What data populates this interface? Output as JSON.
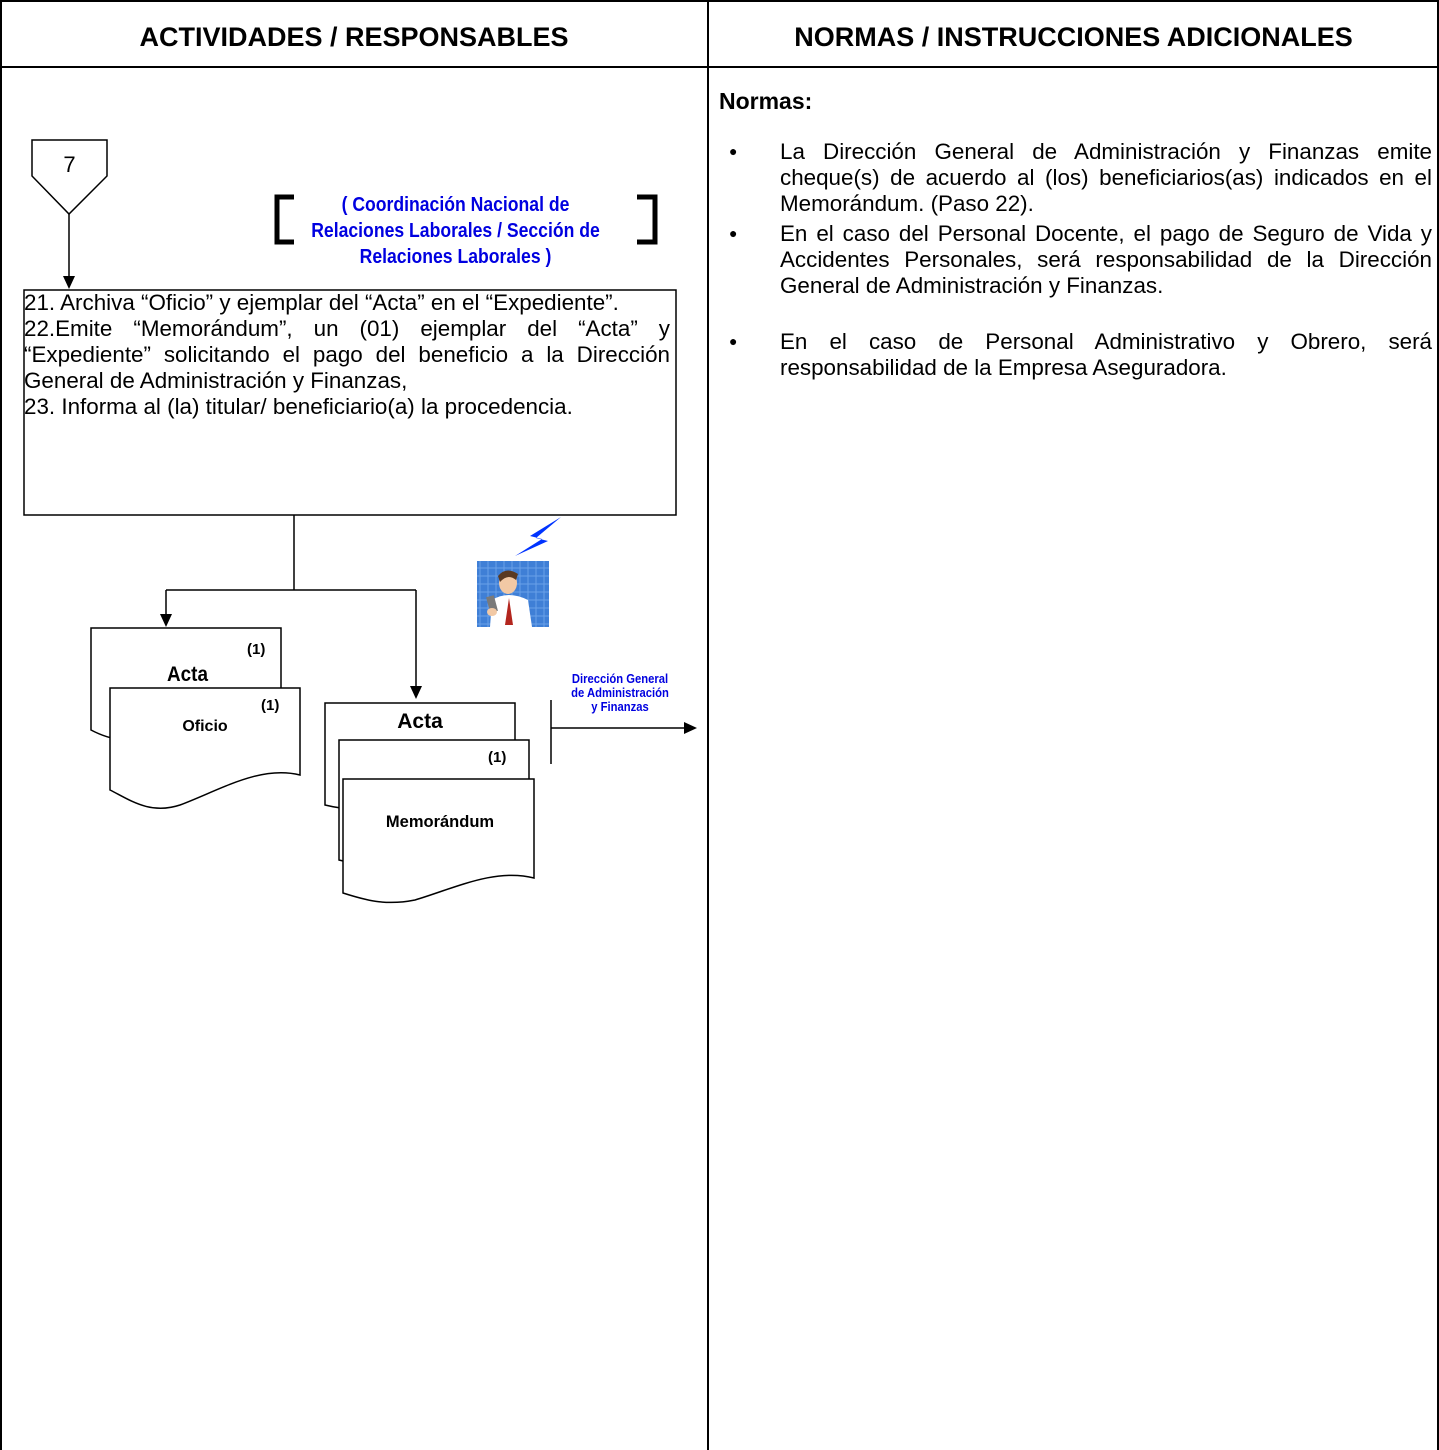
{
  "headers": {
    "left": "ACTIVIDADES / RESPONSABLES",
    "right": "NORMAS / INSTRUCCIONES ADICIONALES"
  },
  "connector": {
    "number": "7"
  },
  "responsible_unit": {
    "line1": "( Coordinación Nacional de",
    "line2": "Relaciones Laborales / Sección de",
    "line3": "Relaciones Laborales )"
  },
  "activities": [
    "21. Archiva “Oficio” y ejemplar del “Acta” en el “Expediente”.",
    "22.Emite “Memorándum”, un (01) ejemplar del “Acta” y “Expediente” solicitando el pago del beneficio a la Dirección General de Administración y Finanzas,",
    "23. Informa al (la) titular/ beneficiario(a) la procedencia."
  ],
  "documents_left": {
    "back_title": "Acta",
    "back_copy": "(1)",
    "front_title": "Oficio",
    "front_copy": "(1)"
  },
  "documents_right": {
    "back_title": "Acta",
    "front_title": "Memorándum",
    "front_copy": "(1)"
  },
  "destination": {
    "line1": "Dirección General",
    "line2": "de Administración",
    "line3": "y Finanzas"
  },
  "icons": {
    "phone_person": "person-on-phone-icon",
    "lightning": "lightning-icon"
  },
  "colors": {
    "accent_blue": "#0000e0"
  },
  "normas": {
    "title": "Normas:",
    "items": [
      "La Dirección General de Administración y Finanzas emite cheque(s) de acuerdo al (los) beneficiarios(as) indicados en el Memorándum. (Paso 22).",
      "En el caso del Personal Docente, el pago de Seguro de Vida y Accidentes Personales, será responsabilidad de la Dirección General de Administración y Finanzas.",
      "En el caso de Personal Administrativo y Obrero, será responsabilidad de la Empresa Aseguradora."
    ]
  }
}
